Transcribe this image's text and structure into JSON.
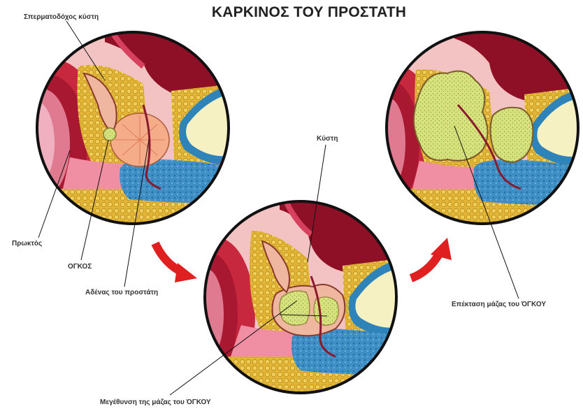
{
  "title": "ΚΑΡΚΙΝΟΣ ΤΟΥ ΠΡΟΣΤΑΤΗ",
  "labels": {
    "seminal_vesicle": "Σπερματοδόχος κύστη",
    "rectum": "Πρωκτός",
    "tumor": "ΟΓΚΟΣ",
    "prostate_gland": "Αδένας του προστάτη",
    "bladder": "Κύστη",
    "tumor_enlargement": "Μεγέθυνση της μάζας του ΌΓΚΟΥ",
    "tumor_extension": "Επέκταση μάζας του ΌΓΚΟΥ"
  },
  "colors": {
    "arrow": "#e02020",
    "tumor_fill": "#d6e27a",
    "fat": "#e3b93a",
    "bone": "#f3efbd",
    "rectal_tissue": "#a8182e",
    "blue_tissue": "#3d8fc4"
  }
}
